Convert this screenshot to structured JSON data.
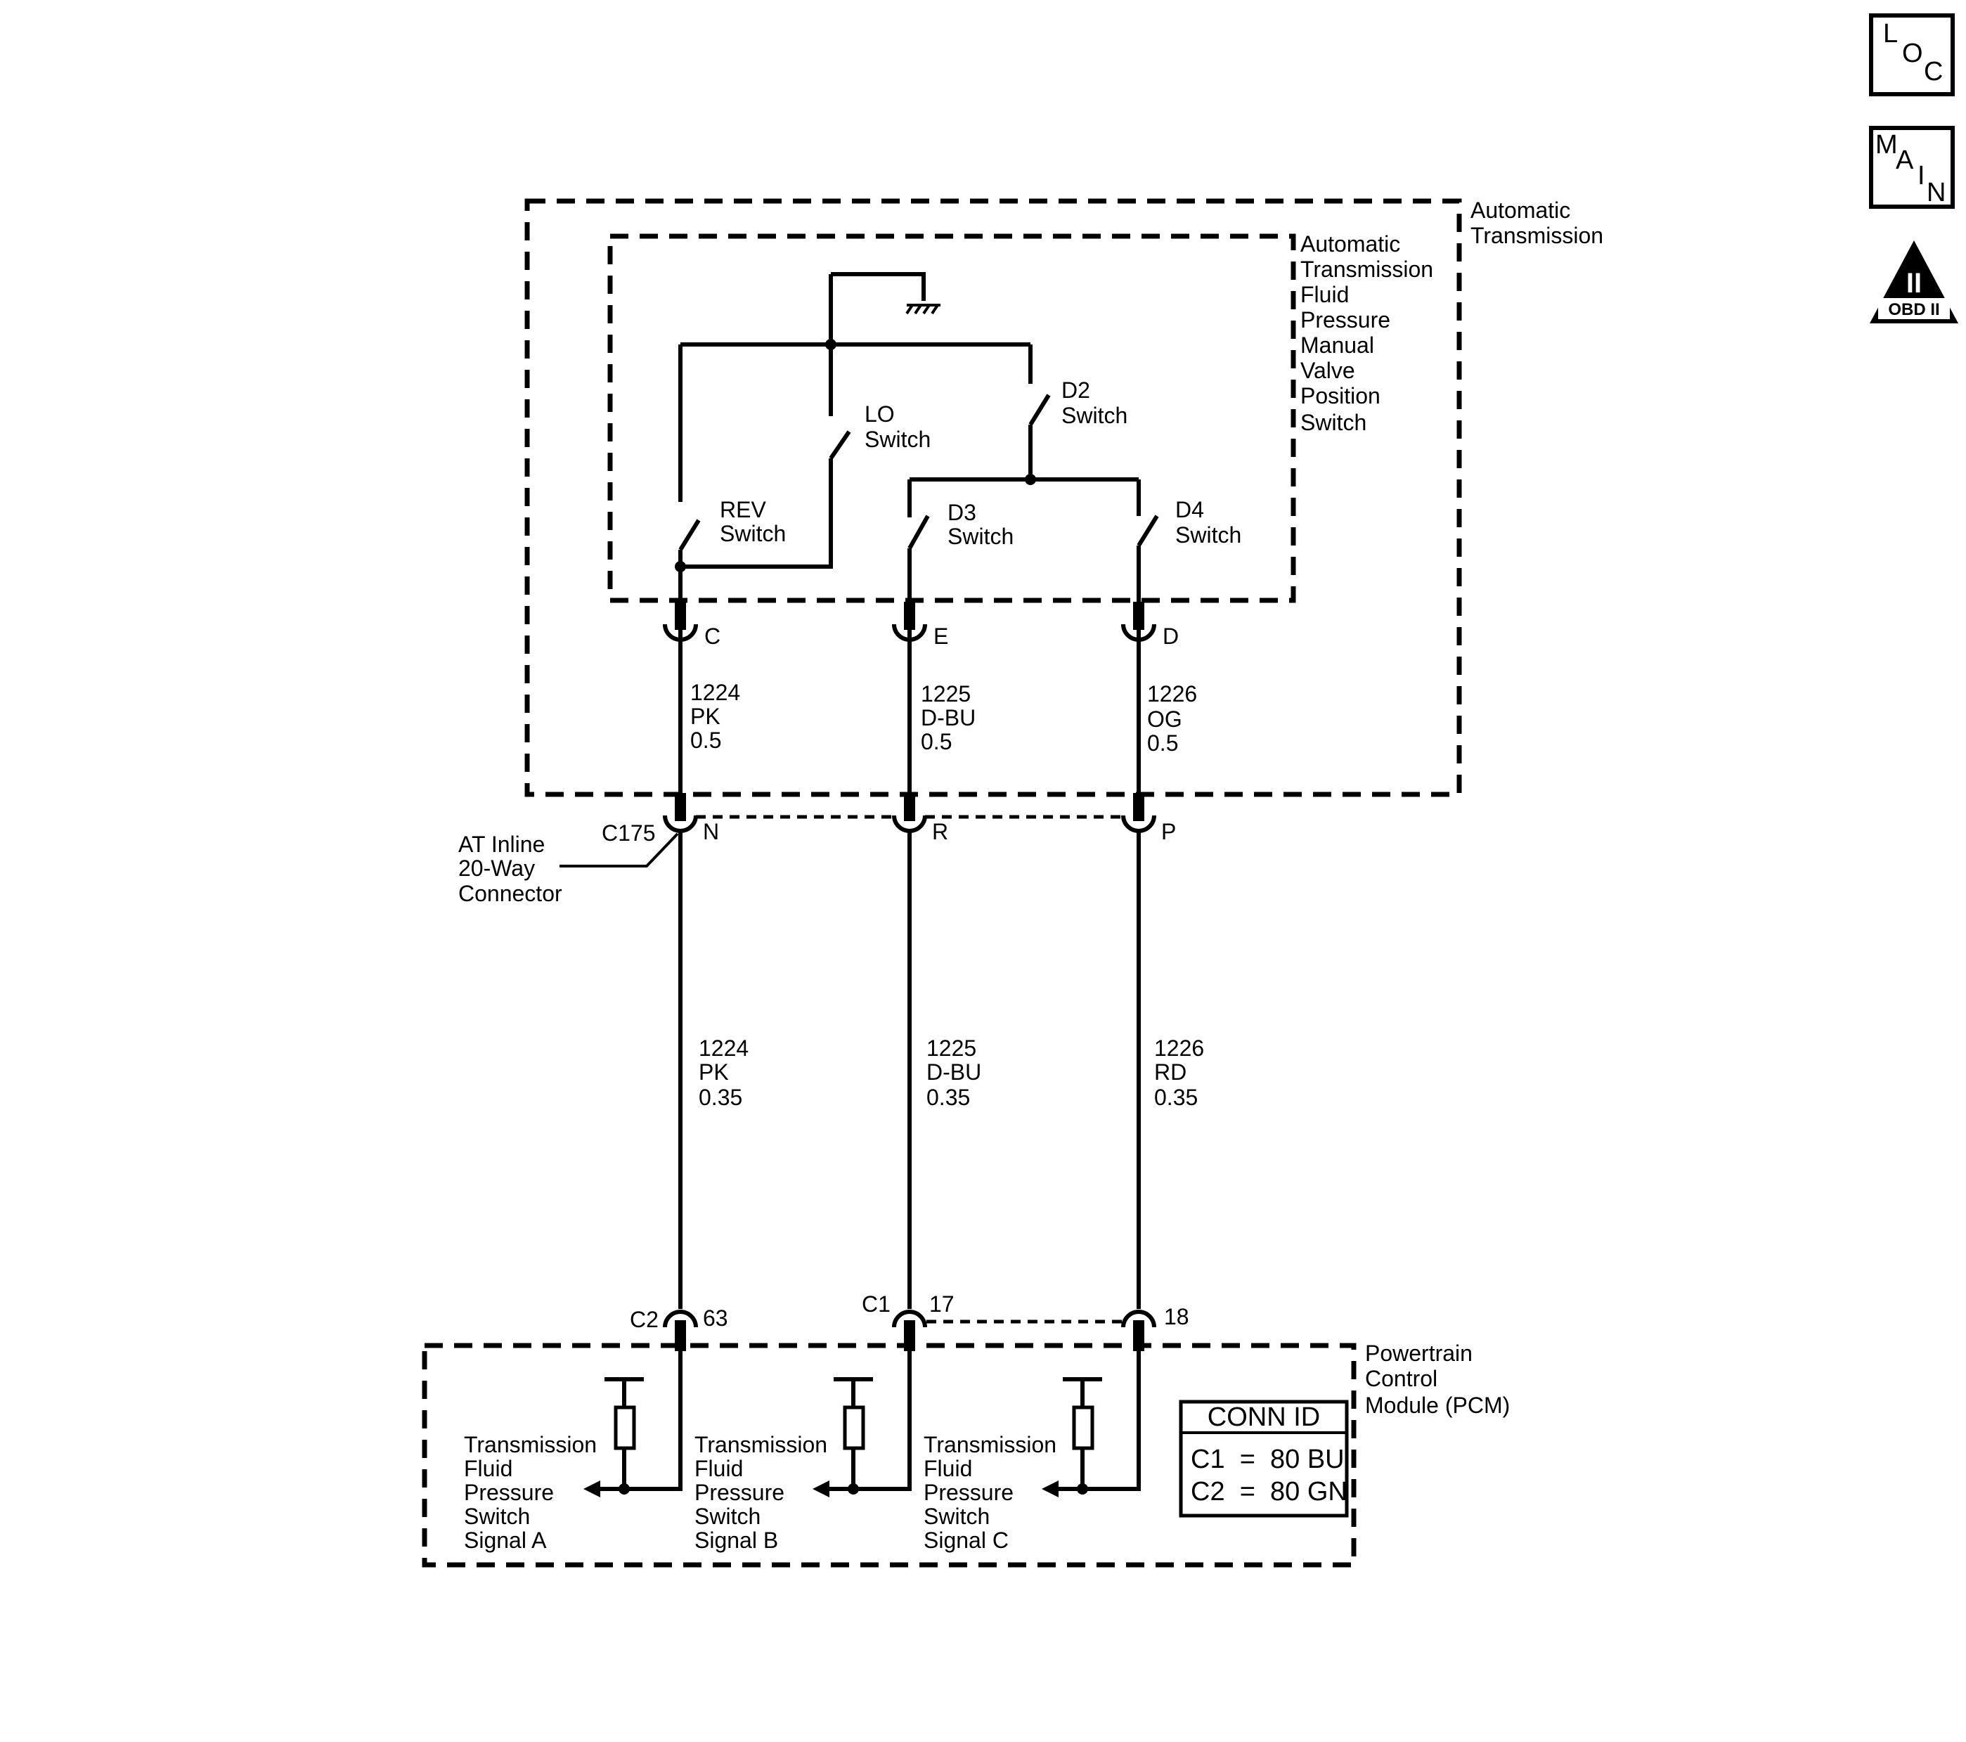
{
  "nav": {
    "loc_1": "L",
    "loc_2": "O",
    "loc_3": "C",
    "main_1": "M",
    "main_2": "A",
    "main_3": "I",
    "main_4": "N",
    "obd_roman": "II",
    "obd_text": "OBD II"
  },
  "components": {
    "transmission": [
      "Automatic",
      "Transmission"
    ],
    "switch_assembly": [
      "Automatic",
      "Transmission",
      "Fluid",
      "Pressure",
      "Manual",
      "Valve",
      "Position",
      "Switch"
    ],
    "pcm": [
      "Powertrain",
      "Control",
      "Module (PCM)"
    ]
  },
  "switches": {
    "rev": [
      "REV",
      "Switch"
    ],
    "lo": [
      "LO",
      "Switch"
    ],
    "d2": [
      "D2",
      "Switch"
    ],
    "d3": [
      "D3",
      "Switch"
    ],
    "d4": [
      "D4",
      "Switch"
    ]
  },
  "terminals": {
    "trans": [
      "C",
      "E",
      "D"
    ],
    "inline": [
      "N",
      "R",
      "P"
    ],
    "inline_id": "C175",
    "pcm_c2_id": "C2",
    "pcm_c2_pin": "63",
    "pcm_c1_id": "C1",
    "pcm_c1_pin_a": "17",
    "pcm_c1_pin_b": "18"
  },
  "inline_connector_label": [
    "AT Inline",
    "20-Way",
    "Connector"
  ],
  "wires_upper": [
    {
      "circuit": "1224",
      "color": "PK",
      "gauge": "0.5"
    },
    {
      "circuit": "1225",
      "color": "D-BU",
      "gauge": "0.5"
    },
    {
      "circuit": "1226",
      "color": "OG",
      "gauge": "0.5"
    }
  ],
  "wires_lower": [
    {
      "circuit": "1224",
      "color": "PK",
      "gauge": "0.35"
    },
    {
      "circuit": "1225",
      "color": "D-BU",
      "gauge": "0.35"
    },
    {
      "circuit": "1226",
      "color": "RD",
      "gauge": "0.35"
    }
  ],
  "signals": [
    [
      "Transmission",
      "Fluid",
      "Pressure",
      "Switch",
      "Signal A"
    ],
    [
      "Transmission",
      "Fluid",
      "Pressure",
      "Switch",
      "Signal B"
    ],
    [
      "Transmission",
      "Fluid",
      "Pressure",
      "Switch",
      "Signal C"
    ]
  ],
  "conn_id": {
    "title": "CONN ID",
    "rows": [
      "C1  =  80 BU",
      "C2  =  80 GN"
    ]
  }
}
